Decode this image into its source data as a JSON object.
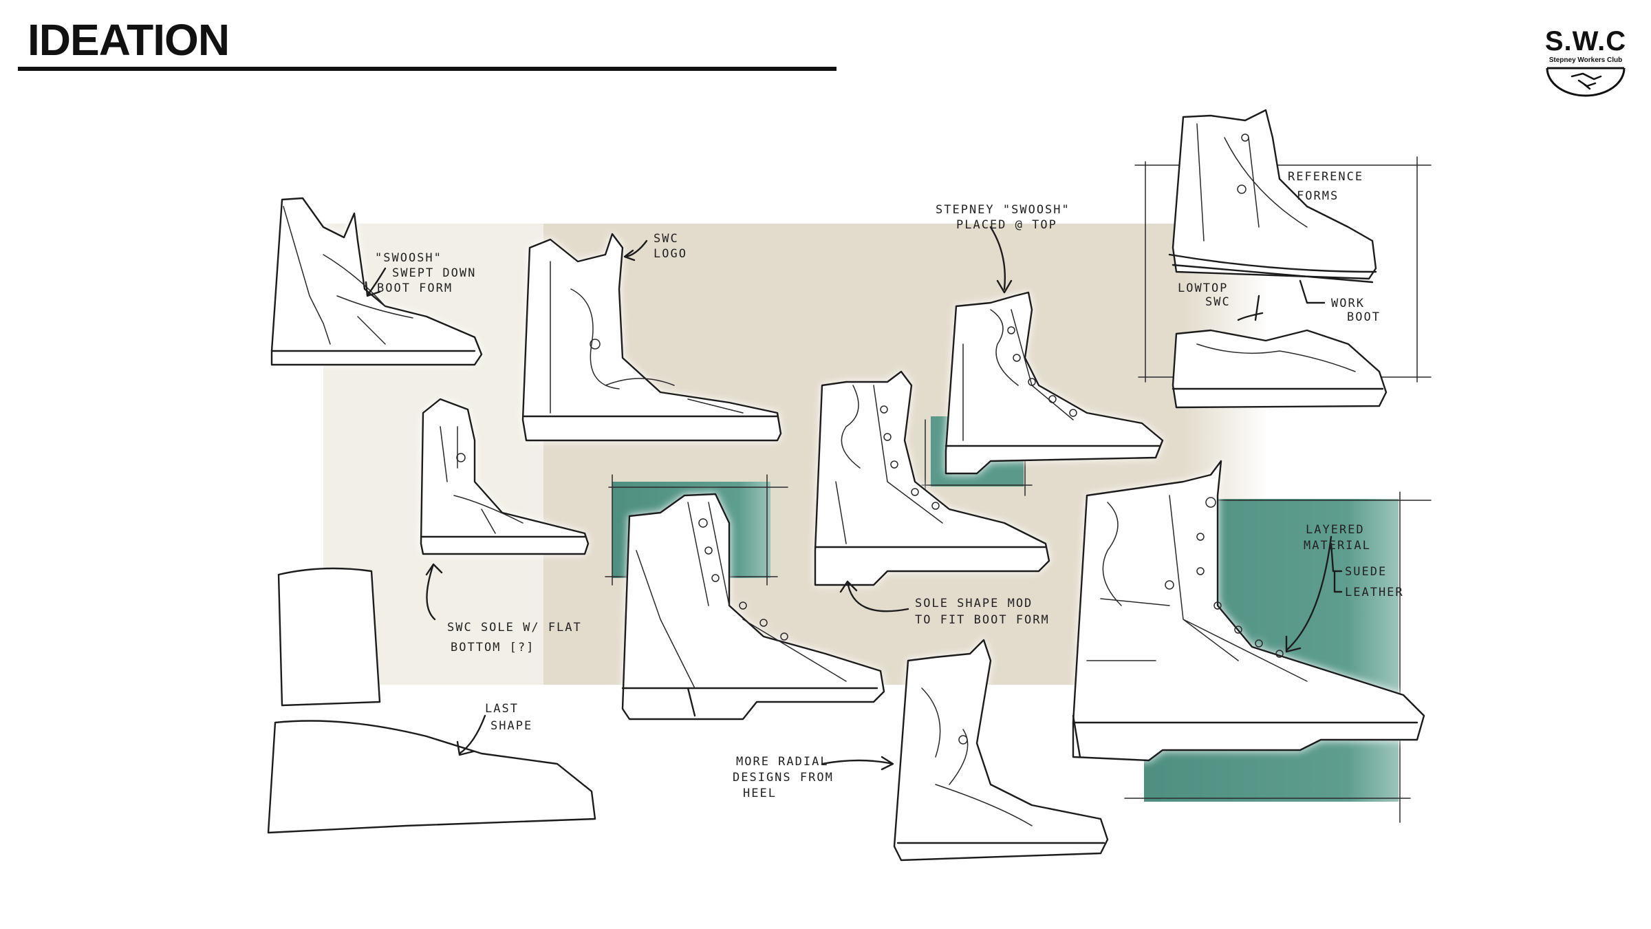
{
  "header": {
    "title": "IDEATION",
    "brand_name": "S.W.C",
    "brand_subtitle": "Stepney Workers Club"
  },
  "annotations": {
    "swoosh_swept": [
      "\"SWOOSH\"",
      "SWEPT DOWN",
      "BOOT FORM"
    ],
    "swc_logo": [
      "SWC",
      "LOGO"
    ],
    "stepney_swoosh": [
      "STEPNEY \"SWOOSH\"",
      "PLACED @ TOP"
    ],
    "reference_forms": [
      "REFERENCE",
      "FORMS"
    ],
    "lowtop_swc": [
      "LOWTOP",
      "SWC"
    ],
    "work_boot": [
      "WORK",
      "BOOT"
    ],
    "swc_sole": [
      "SWC SOLE W/ FLAT",
      "BOTTOM [?]"
    ],
    "sole_shape_mod": [
      "SOLE SHAPE MOD",
      "TO FIT BOOT FORM"
    ],
    "last_shape": [
      "LAST",
      "SHAPE"
    ],
    "more_radial": [
      "MORE RADIAL",
      "DESIGNS FROM",
      "HEEL"
    ],
    "layered_material": [
      "LAYERED",
      "MATERIAL",
      "SUEDE",
      "LEATHER"
    ]
  },
  "colors": {
    "accent_green": "#5b9a8b",
    "beige_wash": "#ddd6c6",
    "ink": "#1c1c1c"
  },
  "icons": {
    "brand_mark": "handshake-icon"
  }
}
